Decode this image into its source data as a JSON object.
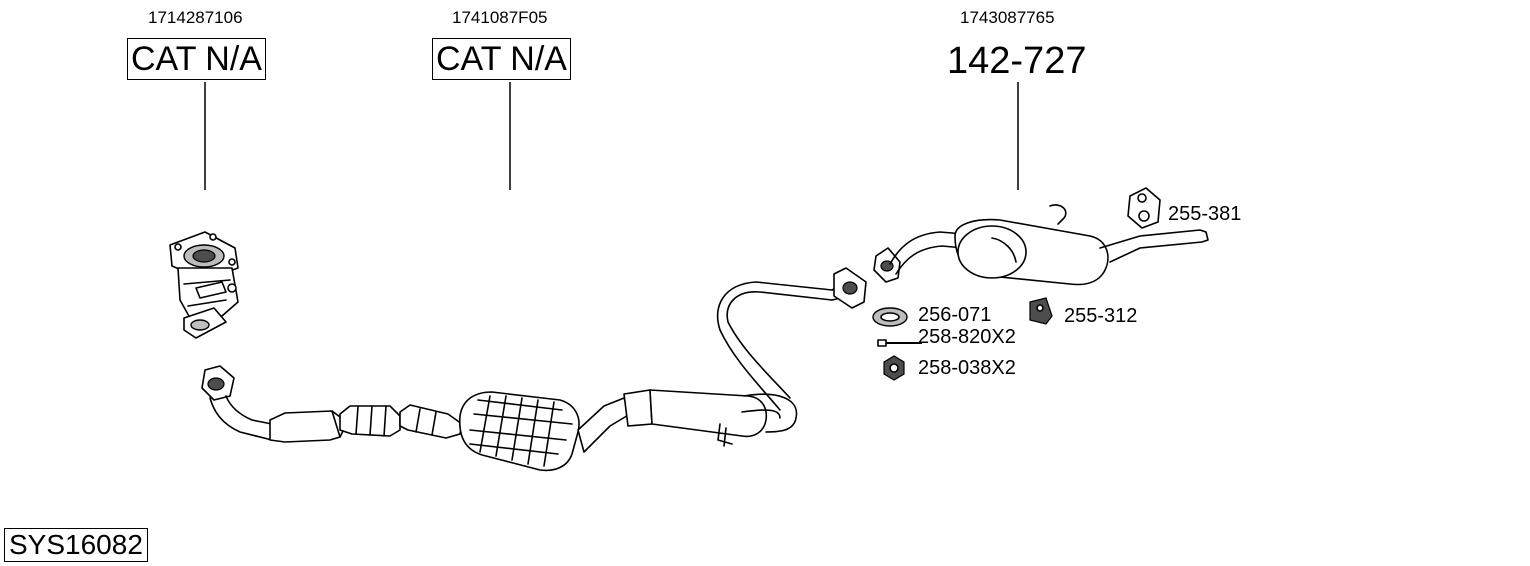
{
  "system_code": "SYS16082",
  "parts": [
    {
      "oem": "1714287106",
      "label": "CAT N/A"
    },
    {
      "oem": "1741087F05",
      "label": "CAT N/A"
    },
    {
      "oem": "1743087765",
      "label": "142-727"
    }
  ],
  "accessories": [
    {
      "code": "255-381"
    },
    {
      "code": "256-071"
    },
    {
      "code": "255-312"
    },
    {
      "code": "258-820X2"
    },
    {
      "code": "258-038X2"
    }
  ]
}
